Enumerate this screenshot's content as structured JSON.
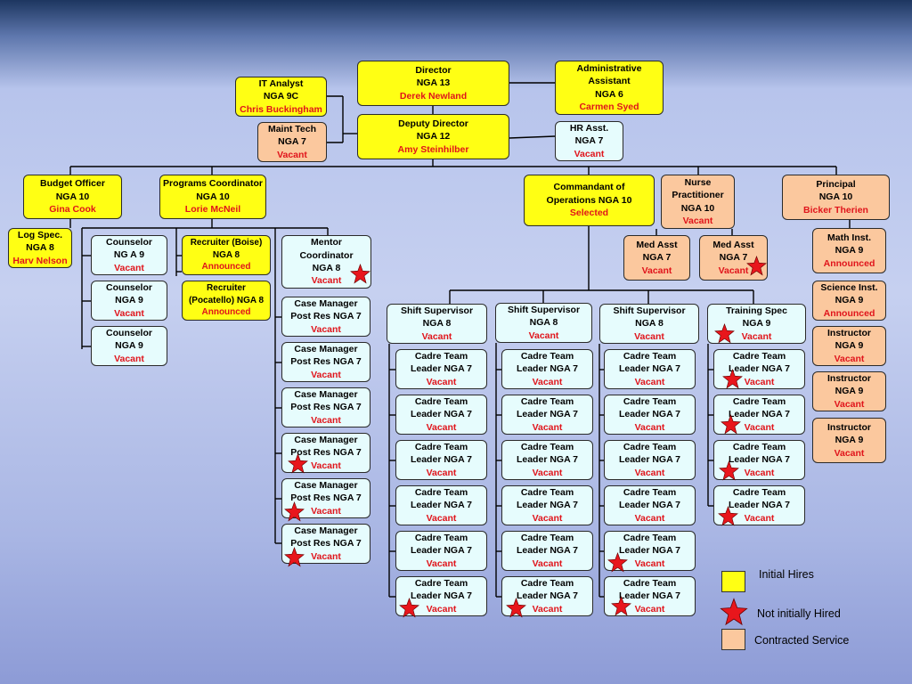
{
  "boxes": [
    {
      "id": "director",
      "lines": [
        "Director",
        "NGA 13"
      ],
      "name": "Derek Newland",
      "color": "yellow"
    },
    {
      "id": "admin-assistant",
      "lines": [
        "Administrative",
        "Assistant",
        "NGA 6"
      ],
      "name": "Carmen Syed",
      "color": "yellow"
    },
    {
      "id": "it-analyst",
      "lines": [
        "IT Analyst",
        "NGA 9C"
      ],
      "name": "Chris Buckingham",
      "color": "yellow"
    },
    {
      "id": "maint-tech",
      "lines": [
        "Maint Tech",
        "NGA 7"
      ],
      "name": "Vacant",
      "color": "orange"
    },
    {
      "id": "deputy-director",
      "lines": [
        "Deputy Director",
        "NGA 12"
      ],
      "name": "Amy Steinhilber",
      "color": "yellow"
    },
    {
      "id": "hr-asst",
      "lines": [
        "HR Asst.",
        "NGA 7"
      ],
      "name": "Vacant",
      "color": "cyan"
    },
    {
      "id": "budget-officer",
      "lines": [
        "Budget Officer",
        "NGA 10"
      ],
      "name": "Gina Cook",
      "color": "yellow"
    },
    {
      "id": "programs-coordinator",
      "lines": [
        "Programs Coordinator",
        "NGA 10"
      ],
      "name": "Lorie McNeil",
      "color": "yellow"
    },
    {
      "id": "commandant",
      "lines": [
        "Commandant of",
        "Operations  NGA 10"
      ],
      "name": "Selected",
      "color": "yellow"
    },
    {
      "id": "nurse-practitioner",
      "lines": [
        "Nurse",
        "Practitioner",
        "NGA 10"
      ],
      "name": "Vacant",
      "color": "orange"
    },
    {
      "id": "principal",
      "lines": [
        "Principal",
        "NGA 10"
      ],
      "name": "Bicker Therien",
      "color": "orange"
    },
    {
      "id": "log-spec",
      "lines": [
        "Log Spec.",
        "NGA 8"
      ],
      "name": "Harv Nelson",
      "color": "yellow"
    },
    {
      "id": "counselor-1",
      "lines": [
        "Counselor",
        "NG A 9"
      ],
      "name": "Vacant",
      "color": "cyan"
    },
    {
      "id": "counselor-2",
      "lines": [
        "Counselor",
        "NGA 9"
      ],
      "name": "Vacant",
      "color": "cyan"
    },
    {
      "id": "counselor-3",
      "lines": [
        "Counselor",
        "NGA 9"
      ],
      "name": "Vacant",
      "color": "cyan"
    },
    {
      "id": "recruiter-boise",
      "lines": [
        "Recruiter (Boise)",
        "NGA 8"
      ],
      "name": "Announced",
      "color": "yellow"
    },
    {
      "id": "recruiter-pocatello",
      "lines": [
        "Recruiter",
        "(Pocatello) NGA 8"
      ],
      "name": "Announced",
      "color": "yellow"
    },
    {
      "id": "mentor-coordinator",
      "lines": [
        "Mentor",
        "Coordinator",
        "NGA 8"
      ],
      "name": "Vacant",
      "color": "cyan",
      "star": true
    },
    {
      "id": "case-manager-1",
      "lines": [
        "Case Manager",
        "Post Res NGA 7"
      ],
      "name": "Vacant",
      "color": "cyan"
    },
    {
      "id": "case-manager-2",
      "lines": [
        "Case Manager",
        "Post Res NGA 7"
      ],
      "name": "Vacant",
      "color": "cyan"
    },
    {
      "id": "case-manager-3",
      "lines": [
        "Case Manager",
        "Post Res NGA 7"
      ],
      "name": "Vacant",
      "color": "cyan"
    },
    {
      "id": "case-manager-4",
      "lines": [
        "Case Manager",
        "Post Res NGA 7"
      ],
      "name": "Vacant",
      "color": "cyan",
      "star": true
    },
    {
      "id": "case-manager-5",
      "lines": [
        "Case Manager",
        "Post Res NGA 7"
      ],
      "name": "Vacant",
      "color": "cyan",
      "star": true
    },
    {
      "id": "case-manager-6",
      "lines": [
        "Case Manager",
        "Post Res NGA 7"
      ],
      "name": "Vacant",
      "color": "cyan",
      "star": true
    },
    {
      "id": "med-asst-1",
      "lines": [
        "Med Asst",
        "NGA 7"
      ],
      "name": "Vacant",
      "color": "orange"
    },
    {
      "id": "med-asst-2",
      "lines": [
        "Med Asst",
        "NGA 7"
      ],
      "name": "Vacant",
      "color": "orange",
      "star": true
    },
    {
      "id": "math-inst",
      "lines": [
        "Math Inst.",
        "NGA 9"
      ],
      "name": "Announced",
      "color": "orange"
    },
    {
      "id": "science-inst",
      "lines": [
        "Science Inst.",
        "NGA 9"
      ],
      "name": "Announced",
      "color": "orange"
    },
    {
      "id": "instructor-1",
      "lines": [
        "Instructor",
        "NGA 9"
      ],
      "name": "Vacant",
      "color": "orange"
    },
    {
      "id": "instructor-2",
      "lines": [
        "Instructor",
        "NGA 9"
      ],
      "name": "Vacant",
      "color": "orange"
    },
    {
      "id": "instructor-3",
      "lines": [
        "Instructor",
        "NGA 9"
      ],
      "name": "Vacant",
      "color": "orange"
    },
    {
      "id": "shift-supervisor-1",
      "lines": [
        "Shift Supervisor",
        "NGA 8"
      ],
      "name": "Vacant",
      "color": "cyan"
    },
    {
      "id": "shift-supervisor-2",
      "lines": [
        "Shift Supervisor",
        "NGA 8"
      ],
      "name": "Vacant",
      "color": "cyan"
    },
    {
      "id": "shift-supervisor-3",
      "lines": [
        "Shift Supervisor",
        "NGA 8"
      ],
      "name": "Vacant",
      "color": "cyan"
    },
    {
      "id": "training-spec",
      "lines": [
        "Training Spec",
        "NGA 9"
      ],
      "name": "Vacant",
      "color": "cyan",
      "star": true
    },
    {
      "id": "cadre-1-1",
      "lines": [
        "Cadre Team",
        "Leader NGA 7"
      ],
      "name": "Vacant",
      "color": "cyan"
    },
    {
      "id": "cadre-1-2",
      "lines": [
        "Cadre Team",
        "Leader NGA 7"
      ],
      "name": "Vacant",
      "color": "cyan"
    },
    {
      "id": "cadre-1-3",
      "lines": [
        "Cadre Team",
        "Leader  NGA 7"
      ],
      "name": "Vacant",
      "color": "cyan"
    },
    {
      "id": "cadre-1-4",
      "lines": [
        "Cadre Team",
        "Leader NGA 7"
      ],
      "name": "Vacant",
      "color": "cyan"
    },
    {
      "id": "cadre-1-5",
      "lines": [
        "Cadre Team",
        "Leader NGA 7"
      ],
      "name": "Vacant",
      "color": "cyan"
    },
    {
      "id": "cadre-1-6",
      "lines": [
        "Cadre Team",
        "Leader  NGA 7"
      ],
      "name": "Vacant",
      "color": "cyan",
      "star": true
    },
    {
      "id": "cadre-2-1",
      "lines": [
        "Cadre Team",
        "Leader NGA 7"
      ],
      "name": "Vacant",
      "color": "cyan"
    },
    {
      "id": "cadre-2-2",
      "lines": [
        "Cadre Team",
        "Leader NGA 7"
      ],
      "name": "Vacant",
      "color": "cyan"
    },
    {
      "id": "cadre-2-3",
      "lines": [
        "Cadre Team",
        "Leader NGA 7"
      ],
      "name": "Vacant",
      "color": "cyan"
    },
    {
      "id": "cadre-2-4",
      "lines": [
        "Cadre Team",
        "Leader NGA 7"
      ],
      "name": "Vacant",
      "color": "cyan"
    },
    {
      "id": "cadre-2-5",
      "lines": [
        "Cadre Team",
        "Leader NGA 7"
      ],
      "name": "Vacant",
      "color": "cyan"
    },
    {
      "id": "cadre-2-6",
      "lines": [
        "Cadre Team",
        "Leader NGA 7"
      ],
      "name": "Vacant",
      "color": "cyan",
      "star": true
    },
    {
      "id": "cadre-3-1",
      "lines": [
        "Cadre Team",
        "Leader NGA 7"
      ],
      "name": "Vacant",
      "color": "cyan"
    },
    {
      "id": "cadre-3-2",
      "lines": [
        "Cadre Team",
        "Leader NGA 7"
      ],
      "name": "Vacant",
      "color": "cyan"
    },
    {
      "id": "cadre-3-3",
      "lines": [
        "Cadre Team",
        "Leader NGA 7"
      ],
      "name": "Vacant",
      "color": "cyan"
    },
    {
      "id": "cadre-3-4",
      "lines": [
        "Cadre Team",
        "Leader NGA 7"
      ],
      "name": "Vacant",
      "color": "cyan"
    },
    {
      "id": "cadre-3-5",
      "lines": [
        "Cadre Team",
        "Leader NGA 7"
      ],
      "name": "Vacant",
      "color": "cyan",
      "star": true
    },
    {
      "id": "cadre-3-6",
      "lines": [
        "Cadre Team",
        "Leader NGA 7"
      ],
      "name": "Vacant",
      "color": "cyan",
      "star": true
    },
    {
      "id": "cadre-4-1",
      "lines": [
        "Cadre Team",
        "Leader NGA 7"
      ],
      "name": "Vacant",
      "color": "cyan",
      "star": true
    },
    {
      "id": "cadre-4-2",
      "lines": [
        "Cadre Team",
        "Leader NGA 7"
      ],
      "name": "Vacant",
      "color": "cyan",
      "star": true
    },
    {
      "id": "cadre-4-3",
      "lines": [
        "Cadre Team",
        "Leader NGA 7"
      ],
      "name": "Vacant",
      "color": "cyan",
      "star": true
    },
    {
      "id": "cadre-4-4",
      "lines": [
        "Cadre Team",
        "Leader NGA 7"
      ],
      "name": "Vacant",
      "color": "cyan",
      "star": true
    }
  ],
  "legend": {
    "initial_hires": "Initial Hires",
    "not_initially_hired": "Not initially Hired",
    "contracted_service": "Contracted Service"
  },
  "colors": {
    "initial_hires": "#ffff14",
    "contracted_service": "#fbc89e",
    "vacant_position": "#e6fcfd",
    "name_text": "#e0141b",
    "star": "#e8161c"
  }
}
